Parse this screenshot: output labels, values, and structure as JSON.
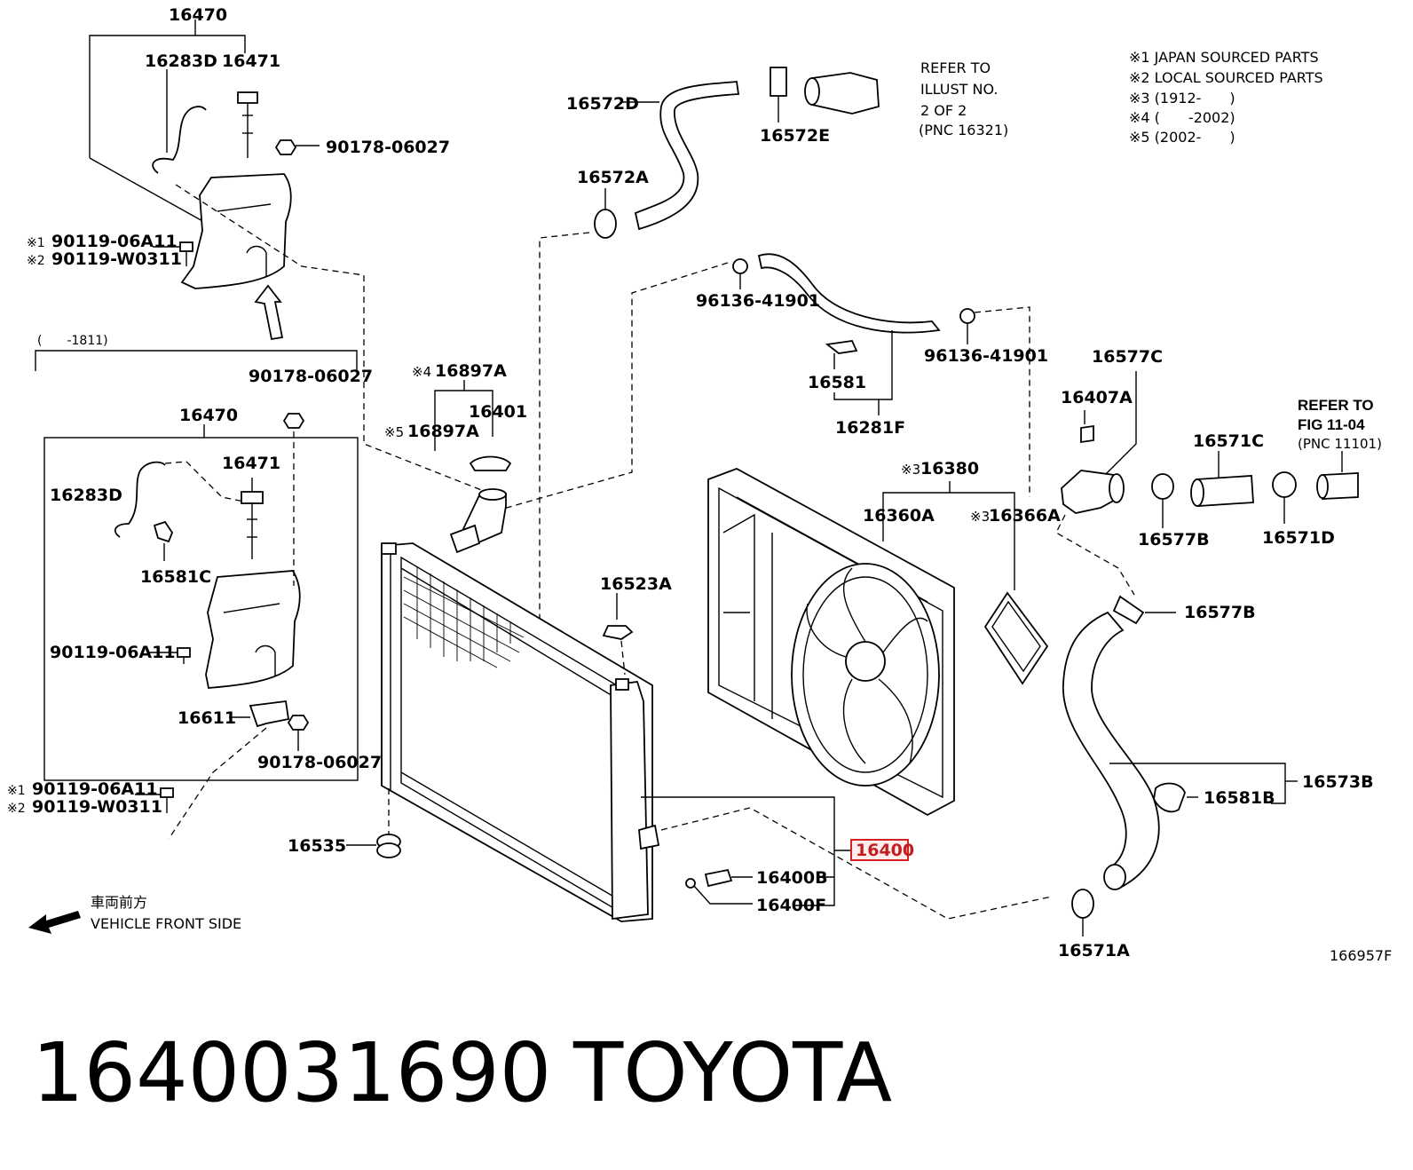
{
  "part_labels": [
    "16470",
    "16283D",
    "16471",
    "90178-06027",
    "90119-06A11",
    "90119-W0311",
    "16572D",
    "16572E",
    "16572A",
    "96136-41901",
    "96136-41901",
    "16581",
    "16281F",
    "16897A",
    "16401",
    "16897A",
    "16470",
    "16471",
    "16283D",
    "16581C",
    "90178-06027",
    "90119-06A11",
    "16611",
    "90178-06027",
    "90119-06A11",
    "90119-W0311",
    "16535",
    "16523A",
    "16380",
    "16360A",
    "16366A",
    "16577C",
    "16407A",
    "16571C",
    "16577B",
    "16571D",
    "16577B",
    "16573B",
    "16581B",
    "16571A",
    "16400B",
    "16400F"
  ],
  "highlighted_part": "16400",
  "notes": {
    "refer_illust": [
      "REFER TO",
      "ILLUST NO.",
      "2 OF 2",
      "(PNC 16321)"
    ],
    "refer_fig": [
      "REFER TO",
      "FIG 11-04",
      "(PNC 11101)"
    ],
    "legend": [
      "※1 JAPAN SOURCED PARTS",
      "※2 LOCAL SOURCED PARTS",
      "※3 (1912-　　)",
      "※4 (　　-2002)",
      "※5 (2002-　　)"
    ],
    "marks": {
      "m1": "※1",
      "m2": "※2",
      "m3": "※3",
      "m4": "※4",
      "m5": "※5"
    },
    "date_range_1811": "(　　-1811)",
    "front_jp": "車両前方",
    "front_en": "VEHICLE FRONT SIDE",
    "illustration_code": "166957F"
  },
  "footer": {
    "part_number": "1640031690",
    "brand": "TOYOTA"
  },
  "colors": {
    "line": "#000000",
    "highlight_border": "#d42020"
  }
}
